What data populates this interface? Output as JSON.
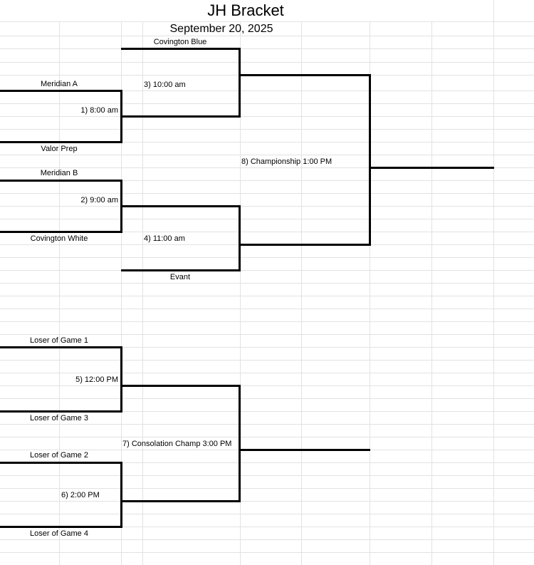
{
  "sheet": {
    "title": "JH Bracket",
    "date": "September 20, 2025"
  },
  "bracket": {
    "game1": {
      "team_top": "Meridian A",
      "label": "1) 8:00 am",
      "team_bottom": "Valor Prep"
    },
    "game2": {
      "team_top": "Meridian B",
      "label": "2) 9:00 am",
      "team_bottom": "Covington White"
    },
    "game3": {
      "team_top": "Covington Blue",
      "label": "3) 10:00 am"
    },
    "game4": {
      "label": "4) 11:00 am",
      "team_bottom": "Evant"
    },
    "game5": {
      "team_top": "Loser of Game 1",
      "label": "5) 12:00 PM",
      "team_bottom": "Loser of Game 3"
    },
    "game6": {
      "team_top": "Loser of Game 2",
      "label": "6) 2:00 PM",
      "team_bottom": "Loser of Game 4"
    },
    "game7": {
      "label": "7) Consolation Champ 3:00 PM"
    },
    "game8": {
      "label": "8) Championship 1:00 PM"
    }
  },
  "colors": {
    "gridline": "#e2e2e2",
    "bracket_line": "#000000"
  }
}
